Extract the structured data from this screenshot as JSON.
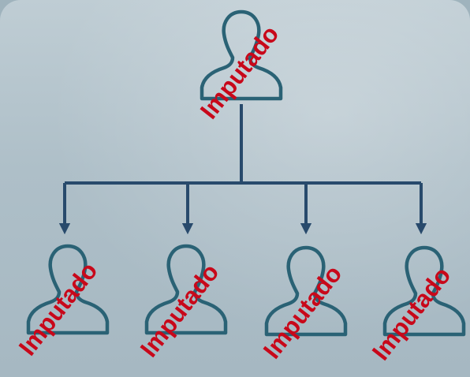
{
  "diagram": {
    "root": {
      "label": "Imputado"
    },
    "children": [
      {
        "label": "Imputado"
      },
      {
        "label": "Imputado"
      },
      {
        "label": "Imputado"
      },
      {
        "label": "Imputado"
      }
    ]
  },
  "colors": {
    "icon_stroke": "#2a6275",
    "connector": "#284a6c",
    "label": "#c8081a",
    "background": "#b5c6ce"
  }
}
